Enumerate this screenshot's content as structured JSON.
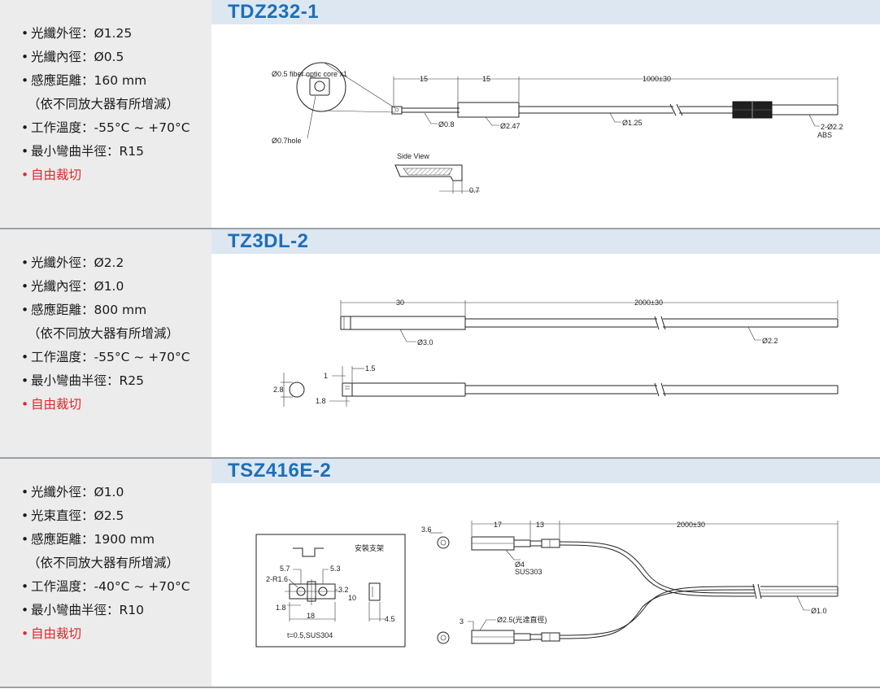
{
  "sections": [
    {
      "model": "TDZ232-1",
      "specs": [
        "光纖外徑：Ø1.25",
        "光纖內徑：Ø0.5",
        "感應距離：160 mm",
        "（依不同放大器有所增減）",
        "工作溫度：-55°C ~ +70°C",
        "最小彎曲半徑：R15",
        "自由裁切"
      ],
      "labels": {
        "core": "Ø0.5 fiber optic core x1",
        "hole": "Ø0.7hole",
        "dim1": "15",
        "dim2": "15",
        "dim3": "1000±30",
        "d1": "Ø0.8",
        "d2": "Ø2.47",
        "d3": "Ø1.25",
        "d4": "2-Ø2.2",
        "abs": "ABS",
        "side": "Side View",
        "t": "0.7"
      }
    },
    {
      "model": "TZ3DL-2",
      "specs": [
        "光纖外徑：Ø2.2",
        "光纖內徑：Ø1.0",
        "感應距離：800 mm",
        "（依不同放大器有所增減）",
        "工作溫度：-55°C ~ +70°C",
        "最小彎曲半徑：R25",
        "自由裁切"
      ],
      "labels": {
        "dim1": "30",
        "dim2": "2000±30",
        "d1": "Ø3.0",
        "d2": "Ø2.2",
        "a": "1.5",
        "b": "1",
        "c": "2.8",
        "e": "1.8"
      }
    },
    {
      "model": "TSZ416E-2",
      "specs": [
        "光纖外徑：Ø1.0",
        "光束直徑：Ø2.5",
        "感應距離：1900 mm",
        "（依不同放大器有所增減）",
        "工作溫度：-40°C ~ +70°C",
        "最小彎曲半徑：R10",
        "自由裁切"
      ],
      "labels": {
        "bracket": "安裝支架",
        "b57": "5.7",
        "b53": "5.3",
        "r": "2-R1.6",
        "b32": "3.2",
        "b10": "10",
        "b18s": "1.8",
        "b18": "18",
        "b45": "4.5",
        "material": "t=0.5,SUS304",
        "d36": "3.6",
        "d17": "17",
        "d13": "13",
        "d2000": "2000±30",
        "o4": "Ø4",
        "sus": "SUS303",
        "d3": "3",
        "beam": "Ø2.5(光達直徑)",
        "o1": "Ø1.0"
      }
    }
  ]
}
